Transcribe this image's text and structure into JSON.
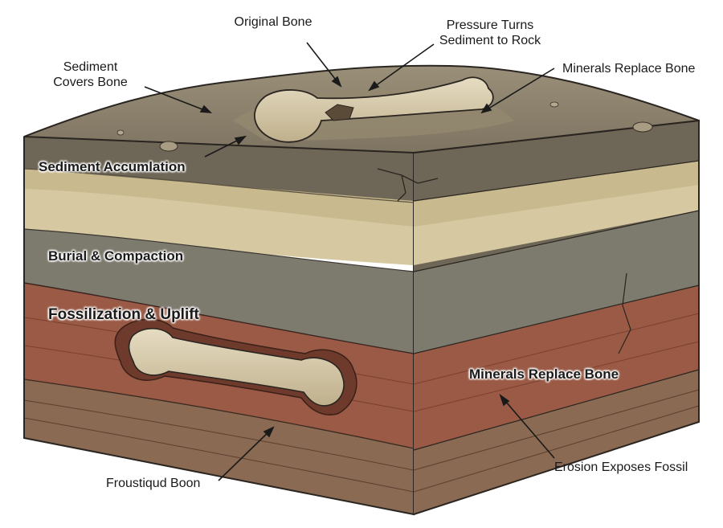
{
  "labels": {
    "original_bone": "Original Bone",
    "pressure_turns_line1": "Pressure Turns",
    "pressure_turns_line2": "Sediment to Rock",
    "sediment_covers_line1": "Sediment",
    "sediment_covers_line2": "Covers Bone",
    "minerals_replace_top": "Minerals Replace Bone",
    "sediment_accumulation": "Sediment Accumlation",
    "burial_compaction": "Burial & Compaction",
    "fossilization_uplift": "Fossilization & Uplift",
    "minerals_replace_side": "Minerals Replace Bone",
    "erosion_exposes": "Erosion Exposes Fossil",
    "froustiqud_boon": "Froustiqud Boon"
  },
  "colors": {
    "top_surface": "#8a7f6a",
    "layer_sand": "#c9b98e",
    "layer_gray": "#7d7a6e",
    "layer_red": "#9a5a45",
    "layer_bottom": "#8a6a52",
    "bone": "#d8ccae",
    "outline": "#2a2520"
  }
}
